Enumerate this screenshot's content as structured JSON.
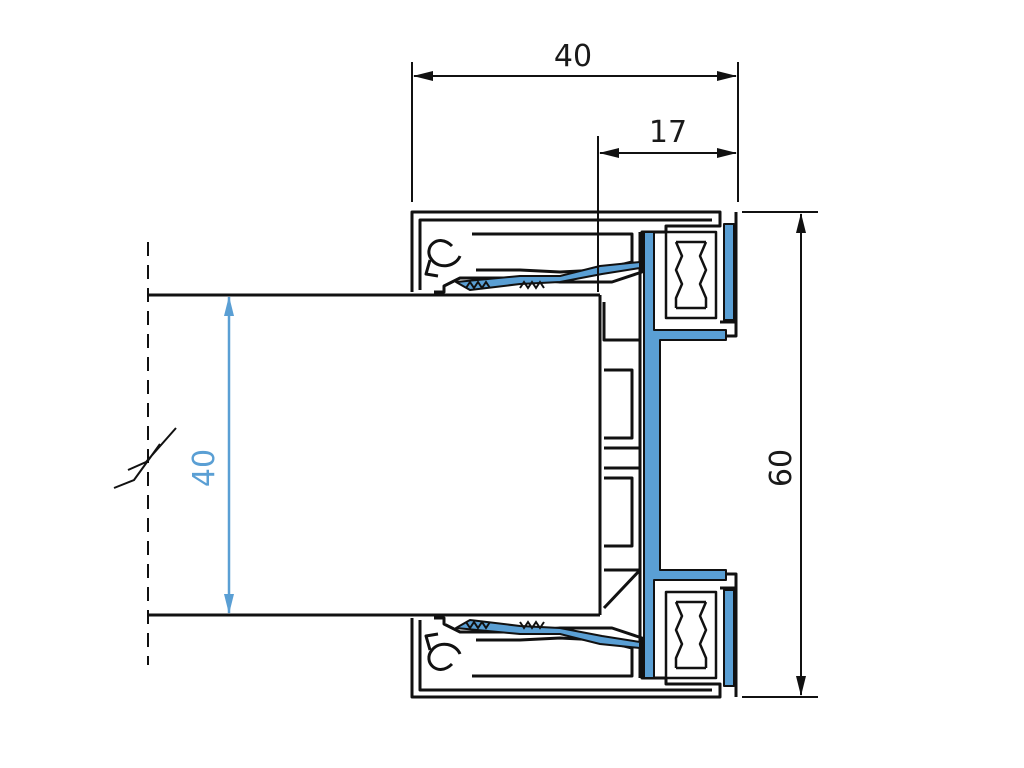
{
  "drawing": {
    "dimensions": {
      "overall_width": "40",
      "offset_width": "17",
      "frame_height": "60",
      "panel_thickness": "40"
    },
    "colors": {
      "line": "#111111",
      "gasket": "#5a9fd4",
      "panel_dimension": "#5a9fd4",
      "background": "#ffffff"
    }
  }
}
